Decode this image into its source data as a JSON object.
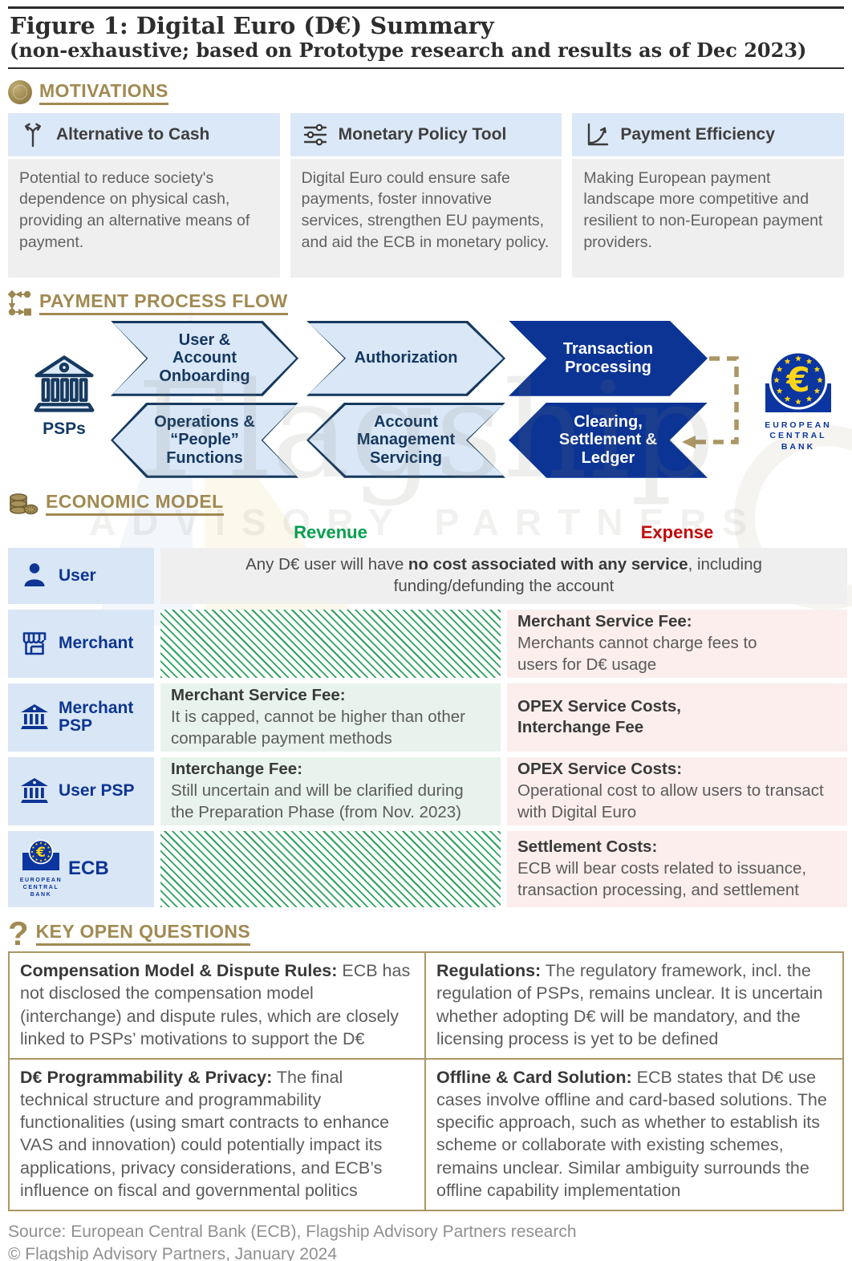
{
  "header": {
    "title": "Figure 1: Digital Euro (D€) Summary",
    "subtitle": "(non-exhaustive; based on Prototype research and results as of Dec 2023)"
  },
  "motivations": {
    "heading": "MOTIVATIONS",
    "cards": [
      {
        "title": "Alternative to Cash",
        "body": "Potential to reduce society's dependence on physical cash, providing an alternative means of payment."
      },
      {
        "title": "Monetary Policy Tool",
        "body": "Digital Euro could ensure safe payments, foster innovative services, strengthen EU payments, and aid the ECB in monetary policy."
      },
      {
        "title": "Payment Efficiency",
        "body": "Making European payment landscape more competitive and resilient to non-European payment providers."
      }
    ]
  },
  "flow": {
    "heading": "PAYMENT PROCESS FLOW",
    "psps_label": "PSPs",
    "steps_top": [
      "User & Account Onboarding",
      "Authorization",
      "Transaction Processing"
    ],
    "steps_bottom": [
      "Operations & “People” Functions",
      "Account Management Servicing",
      "Clearing, Settlement & Ledger"
    ]
  },
  "ecb_caption": [
    "EUROPEAN",
    "CENTRAL",
    "BANK"
  ],
  "icons": {
    "euro": "€",
    "question": "?"
  },
  "economic": {
    "heading": "ECONOMIC MODEL",
    "revenue_label": "Revenue",
    "expense_label": "Expense",
    "user_row": {
      "label": "User",
      "pre": "Any D€ user will have ",
      "bold": "no cost associated with any service",
      "post": ", including funding/defunding the account"
    },
    "merchant_row": {
      "label": "Merchant",
      "expense_title": "Merchant Service Fee:",
      "expense_body": "Merchants cannot charge fees to users for D€ usage"
    },
    "merchant_psp_row": {
      "label": "Merchant PSP",
      "revenue_title": "Merchant Service Fee:",
      "revenue_body": "It is capped, cannot be higher than other comparable payment methods",
      "expense_title": "OPEX Service Costs, Interchange Fee"
    },
    "user_psp_row": {
      "label": "User PSP",
      "revenue_title": "Interchange Fee:",
      "revenue_body": "Still uncertain and will be clarified during the Preparation Phase (from Nov. 2023)",
      "expense_title": "OPEX Service Costs:",
      "expense_body": "Operational cost to allow users to transact with Digital Euro"
    },
    "ecb_row": {
      "label": "ECB",
      "expense_title": "Settlement Costs:",
      "expense_body": "ECB will bear costs related to issuance, transaction processing, and settlement"
    }
  },
  "questions": {
    "heading": "KEY OPEN QUESTIONS",
    "cells": [
      {
        "title": "Compensation Model & Dispute Rules:",
        "body": "ECB has not disclosed the compensation model (interchange) and dispute rules, which are closely linked to PSPs’ motivations to support the D€"
      },
      {
        "title": "Regulations:",
        "body": "The regulatory framework, incl. the regulation of PSPs, remains unclear. It is uncertain whether adopting D€ will be mandatory, and the licensing process is yet to be defined"
      },
      {
        "title": "D€ Programmability & Privacy:",
        "body": "The final technical structure and programmability functionalities (using smart contracts to enhance VAS and innovation) could potentially impact its applications, privacy considerations, and ECB’s influence on fiscal and governmental politics"
      },
      {
        "title": "Offline & Card Solution:",
        "body": "ECB states that D€ use cases involve offline and card-based solutions. The specific approach, such as whether to establish its scheme or collaborate with existing schemes, remains unclear. Similar ambiguity surrounds the offline capability implementation"
      }
    ]
  },
  "footer": {
    "source": "Source: European Central Bank (ECB), Flagship Advisory Partners research",
    "copyright": "© Flagship Advisory Partners, January 2024"
  },
  "watermark": {
    "word": "Flagship",
    "sub": "ADVISORY PARTNERS"
  }
}
